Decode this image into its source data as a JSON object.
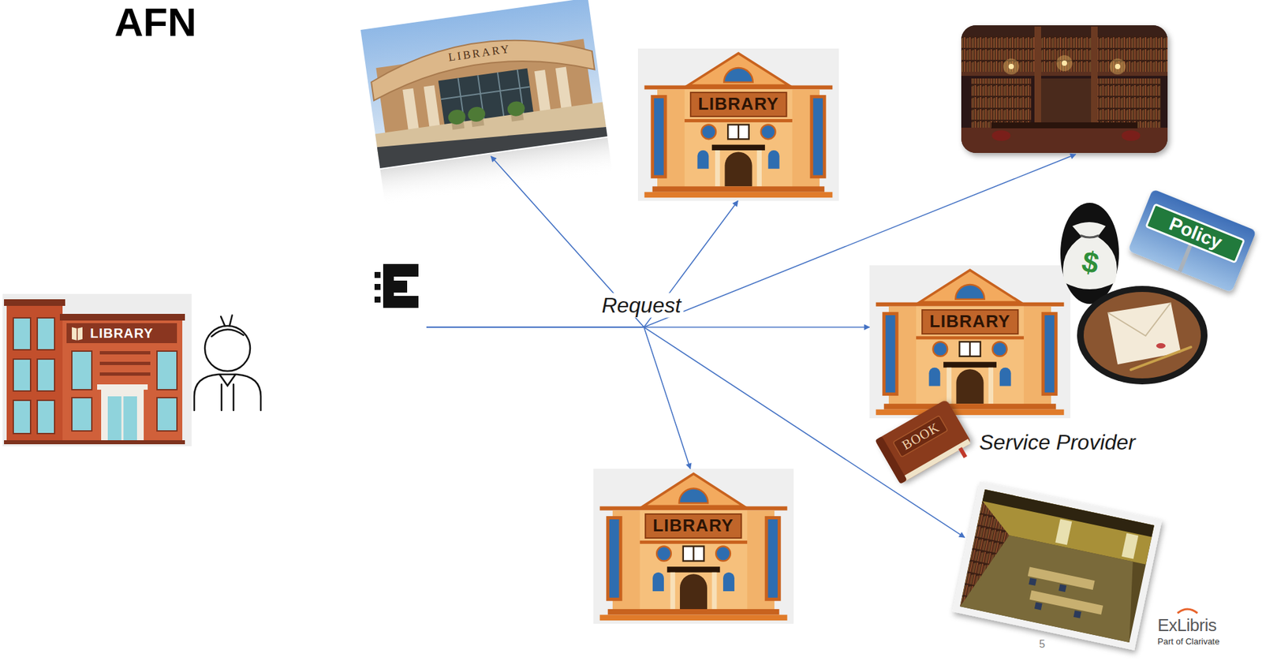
{
  "diagram": {
    "title": "AFN",
    "nodes": [
      {
        "text": [
          "LIBRARY"
        ]
      },
      {
        "text": [
          "LIBRARY"
        ]
      },
      {
        "text": [
          "LIBRARY"
        ]
      },
      {
        "text": []
      },
      {
        "text": [
          "LIBRARY",
          "Service Provider"
        ]
      },
      {
        "text": [
          "LIBRARY"
        ]
      },
      {
        "text": []
      }
    ],
    "edges": [
      {
        "from": 0,
        "to": 1,
        "arrow": "to"
      },
      {
        "from": 0,
        "to": 2,
        "arrow": "to"
      },
      {
        "from": 0,
        "to": 3,
        "arrow": "to"
      },
      {
        "from": 0,
        "to": 4,
        "label": "Request",
        "arrow": "to"
      },
      {
        "from": 0,
        "to": 5,
        "arrow": "to"
      },
      {
        "from": 0,
        "to": 6,
        "arrow": "to"
      }
    ],
    "labels": [
      "$",
      "Policy",
      "BOOK",
      "5",
      "ExLibris",
      "Part of Clarivate"
    ]
  }
}
